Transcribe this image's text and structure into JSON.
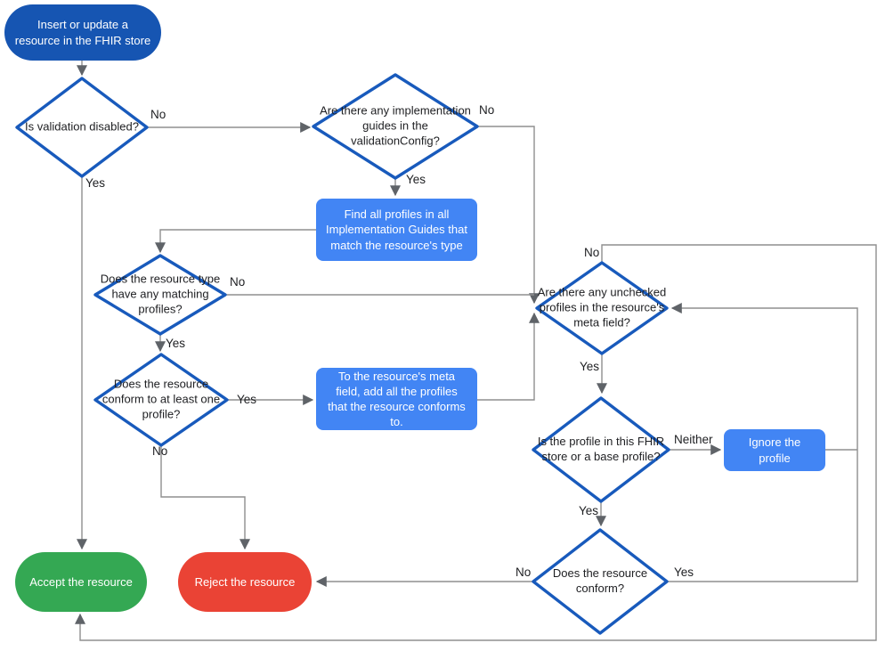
{
  "flowchart": {
    "title": "FHIR store resource validation flowchart",
    "nodes": {
      "start": {
        "label": "Insert or update a resource in the FHIR store"
      },
      "validation_disabled": {
        "label": "Is validation disabled?"
      },
      "implementation_guides": {
        "label": "Are there any implementation guides in the validationConfig?"
      },
      "find_profiles": {
        "label": "Find all profiles in all Implementation Guides that match the resource's type"
      },
      "matching_profiles": {
        "label": "Does the resource type have any matching profiles?"
      },
      "conform_one": {
        "label": "Does the resource conform to at least one profile?"
      },
      "add_profiles": {
        "label": "To the resource's meta field, add all the profiles that the resource conforms to."
      },
      "unchecked_profiles": {
        "label": "Are there any unchecked profiles in the resource's meta field?"
      },
      "profile_in_store": {
        "label": "Is the profile in this FHIR store or a base profile?"
      },
      "ignore_profile": {
        "label": "Ignore the profile"
      },
      "resource_conform": {
        "label": "Does the resource conform?"
      },
      "accept": {
        "label": "Accept the resource"
      },
      "reject": {
        "label": "Reject the resource"
      }
    },
    "edge_labels": {
      "validation_disabled_no": "No",
      "validation_disabled_yes": "Yes",
      "implementation_guides_no": "No",
      "implementation_guides_yes": "Yes",
      "matching_profiles_no": "No",
      "matching_profiles_yes": "Yes",
      "conform_one_yes": "Yes",
      "conform_one_no": "No",
      "unchecked_profiles_no": "No",
      "unchecked_profiles_yes": "Yes",
      "profile_in_store_neither": "Neither",
      "profile_in_store_yes": "Yes",
      "resource_conform_no": "No",
      "resource_conform_yes": "Yes"
    },
    "colors": {
      "start_fill": "#1655b2",
      "process_fill": "#4285f4",
      "decision_stroke": "#185abc",
      "accept_fill": "#34a853",
      "reject_fill": "#ea4335",
      "connector": "#8f8f8f",
      "arrowhead": "#5f6368",
      "text_dark": "#202124",
      "text_light": "#ffffff"
    }
  }
}
